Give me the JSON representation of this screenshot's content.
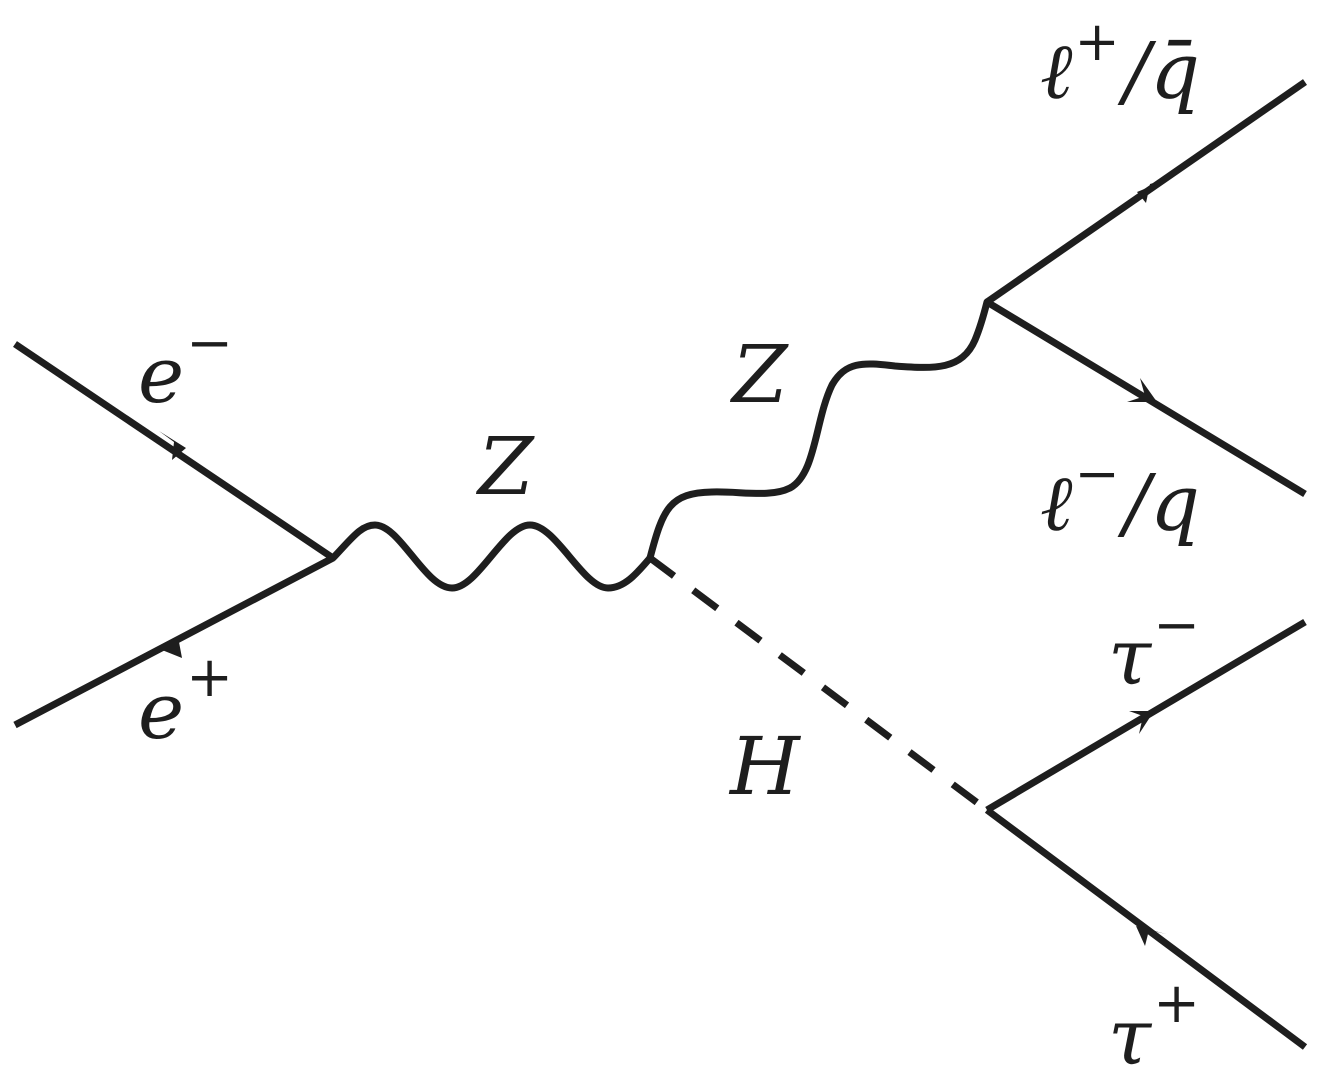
{
  "diagram": {
    "line_color": "#1e1e1e",
    "labels": {
      "e_minus": {
        "base": "e",
        "sup": "−"
      },
      "e_plus": {
        "base": "e",
        "sup": "+"
      },
      "z_prop": {
        "base": "Z"
      },
      "z_decay": {
        "base": "Z"
      },
      "higgs": {
        "base": "H"
      },
      "lep_plus": {
        "base": "ℓ",
        "sup": "+",
        "rest": "/q̄"
      },
      "lep_minus": {
        "base": "ℓ",
        "sup": "−",
        "rest": "/q"
      },
      "tau_minus": {
        "base": "τ",
        "sup": "−"
      },
      "tau_plus": {
        "base": "τ",
        "sup": "+"
      }
    }
  }
}
